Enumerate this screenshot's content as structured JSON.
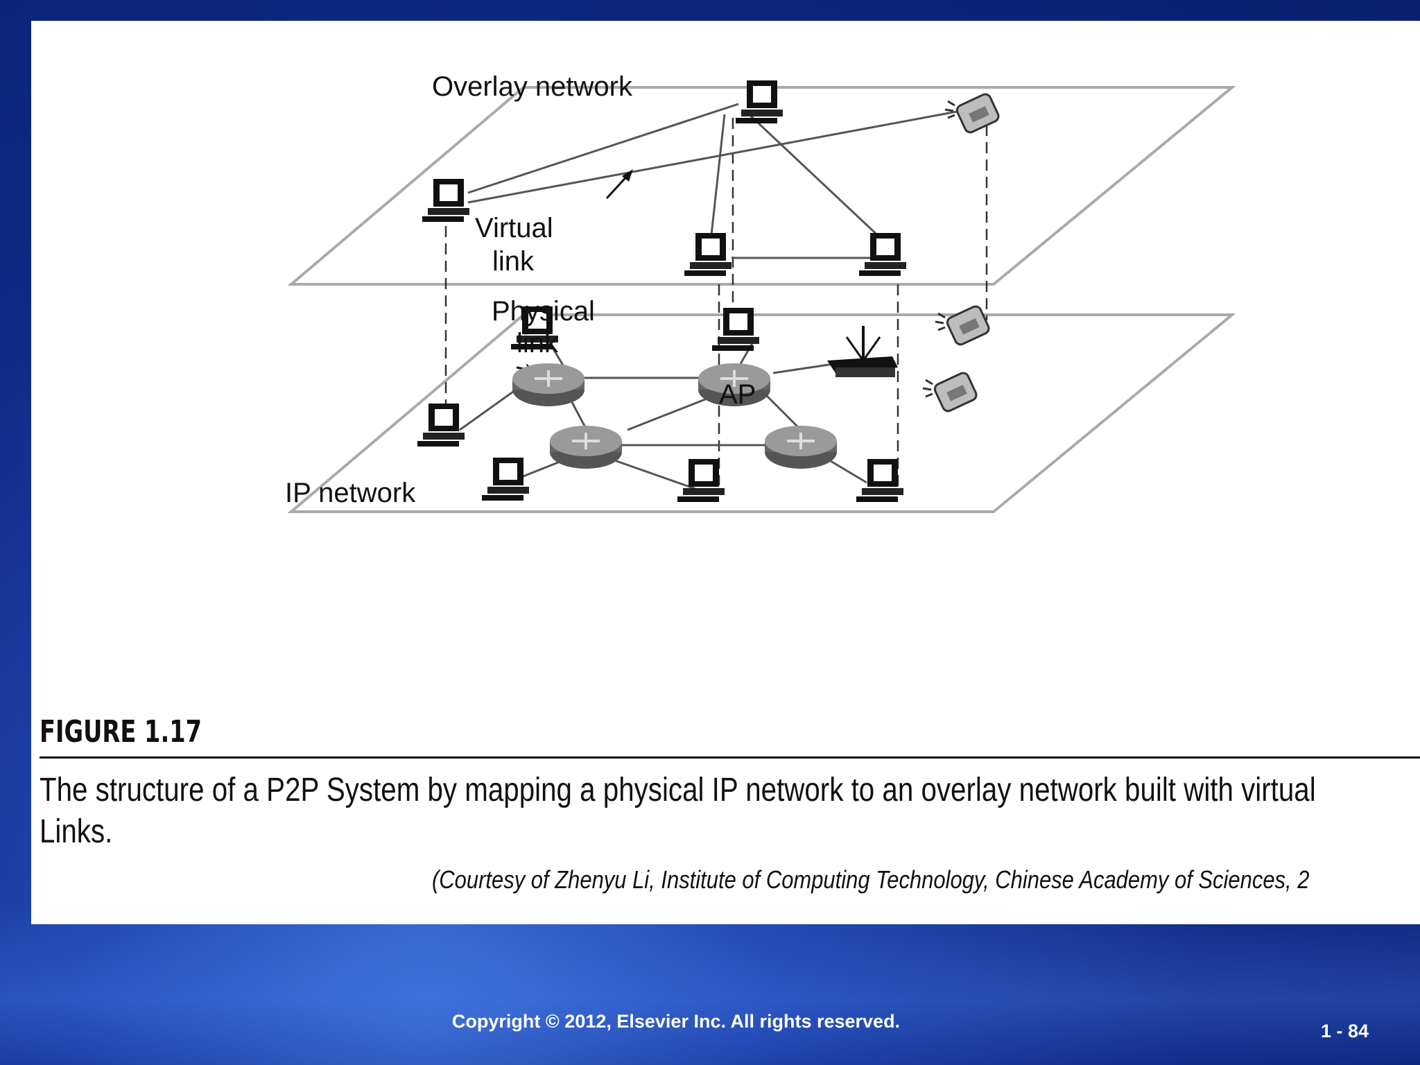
{
  "diagram": {
    "overlay_label": "Overlay network",
    "virtual_link_label_1": "Virtual",
    "virtual_link_label_2": "link",
    "physical_link_label_1": "Physical",
    "physical_link_label_2": "link",
    "ap_label": "AP",
    "ip_network_label": "IP network"
  },
  "figure": {
    "number": "FIGURE 1.17",
    "caption_line1": "The structure of a P2P System by mapping a physical IP network to an overlay network built with virtual",
    "caption_line2": "Links.",
    "courtesy": "(Courtesy of Zhenyu Li, Institute of Computing Technology, Chinese Academy of Sciences, 2"
  },
  "footer": {
    "copyright": "Copyright © 2012, Elsevier Inc. All rights reserved.",
    "page_number": "1 - 84"
  }
}
